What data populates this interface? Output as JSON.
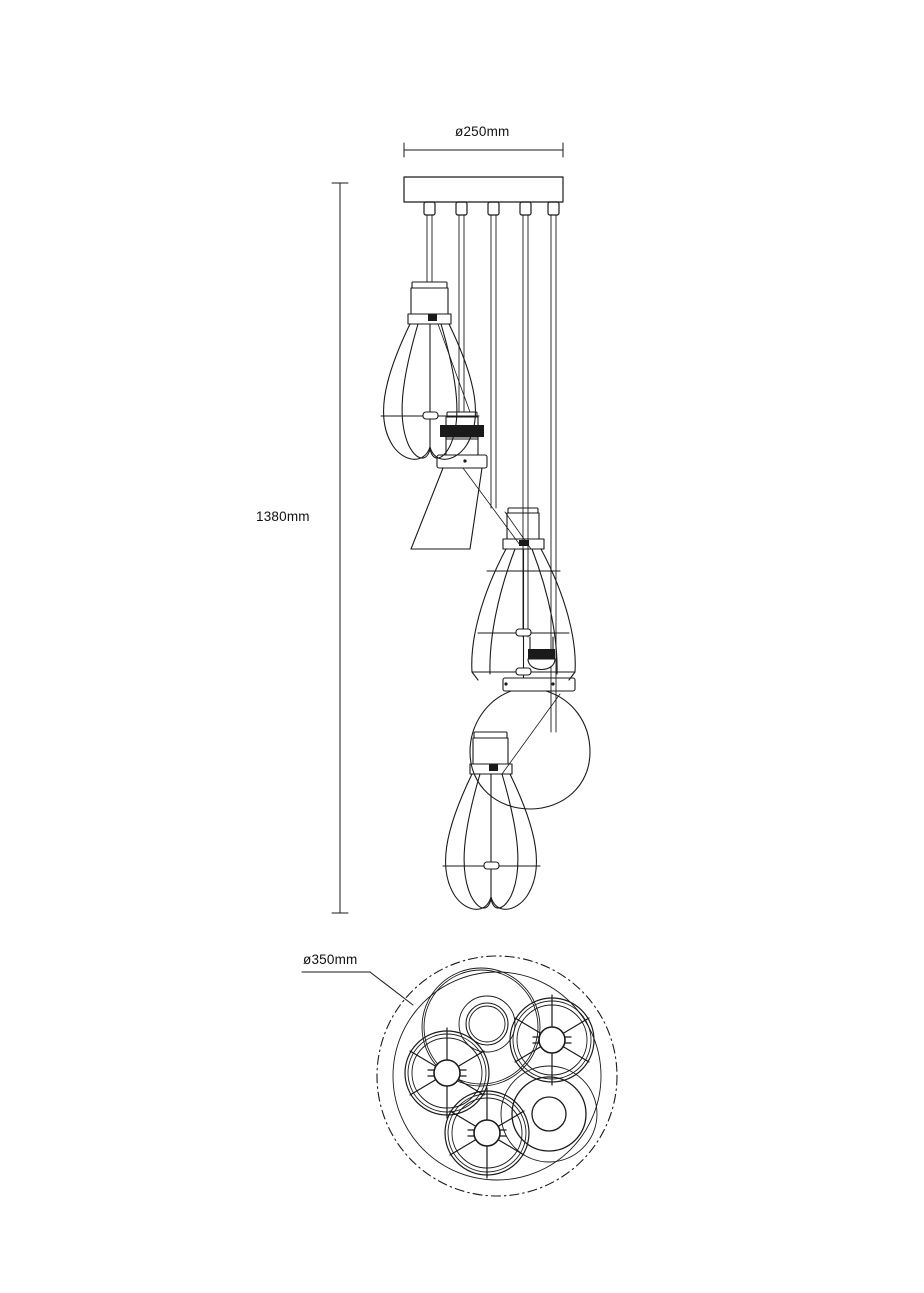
{
  "drawing": {
    "type": "technical-dimension-drawing",
    "subject": "5-light cluster pendant chandelier",
    "views": [
      "front elevation",
      "bottom plan"
    ],
    "background_color": "#ffffff",
    "line_color": "#1a1a1a"
  },
  "dimensions": {
    "canopy_diameter": "ø250mm",
    "overall_height": "1380mm",
    "plan_spread_diameter": "ø350mm"
  },
  "elevation": {
    "canopy": {
      "label": "ceiling-canopy",
      "drop_count": 5
    },
    "shades": [
      {
        "name": "cage-teardrop-upper",
        "style": "wire cage teardrop"
      },
      {
        "name": "cone-shade",
        "style": "tapered cone"
      },
      {
        "name": "cage-bell-middle",
        "style": "wire cage bell"
      },
      {
        "name": "globe-shade",
        "style": "glass globe"
      },
      {
        "name": "cage-teardrop-lower",
        "style": "wire cage teardrop"
      }
    ]
  },
  "plan": {
    "outer_boundary": "dash-dot circle",
    "shade_outlines": 5
  }
}
